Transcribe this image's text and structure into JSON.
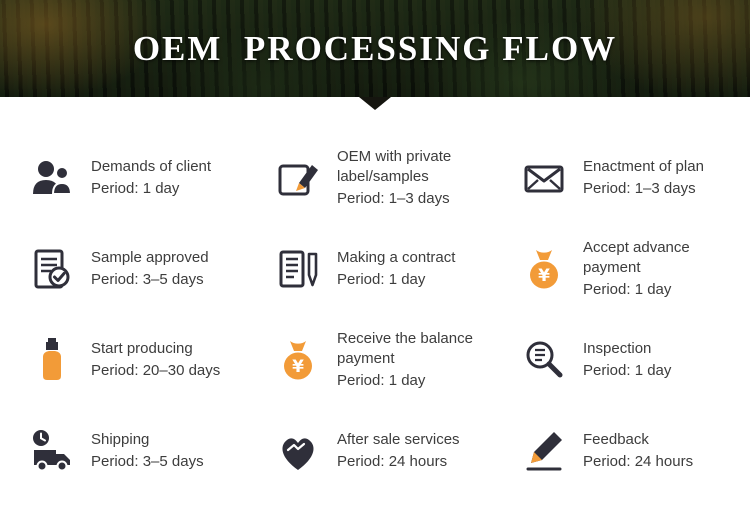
{
  "banner": {
    "title": "OEM  PROCESSING FLOW"
  },
  "colors": {
    "dark": "#2f2f3a",
    "orange": "#f29b38",
    "banner_bg": "#10150c"
  },
  "steps": [
    {
      "icon": "clients-icon",
      "title": "Demands of client",
      "period": "Period: 1 day"
    },
    {
      "icon": "private-label-icon",
      "title": "OEM with private label/samples",
      "period": "Period: 1–3 days"
    },
    {
      "icon": "plan-envelope-icon",
      "title": "Enactment of plan",
      "period": "Period: 1–3 days"
    },
    {
      "icon": "sample-approved-icon",
      "title": "Sample approved",
      "period": "Period: 3–5 days"
    },
    {
      "icon": "contract-icon",
      "title": "Making a contract",
      "period": "Period: 1 day"
    },
    {
      "icon": "advance-payment-icon",
      "title": "Accept advance payment",
      "period": "Period: 1 day"
    },
    {
      "icon": "producing-icon",
      "title": "Start producing",
      "period": "Period: 20–30 days"
    },
    {
      "icon": "balance-payment-icon",
      "title": "Receive the balance payment",
      "period": "Period: 1 day"
    },
    {
      "icon": "inspection-icon",
      "title": "Inspection",
      "period": "Period: 1 day"
    },
    {
      "icon": "shipping-icon",
      "title": "Shipping",
      "period": "Period: 3–5 days"
    },
    {
      "icon": "after-sale-icon",
      "title": "After sale services",
      "period": "Period: 24 hours"
    },
    {
      "icon": "feedback-icon",
      "title": "Feedback",
      "period": "Period: 24 hours"
    }
  ]
}
